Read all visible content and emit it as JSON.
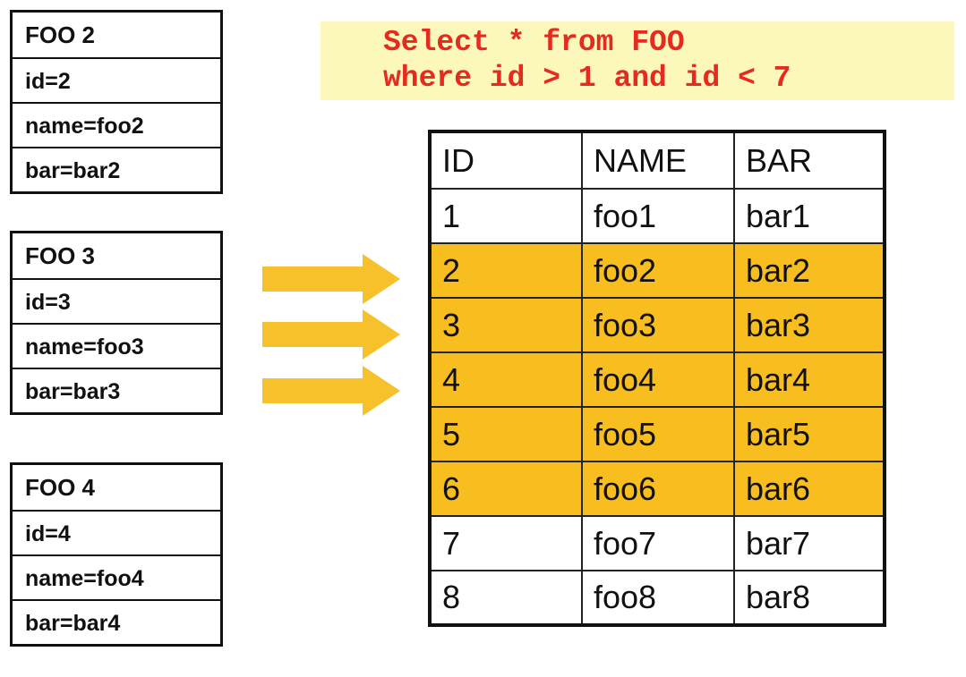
{
  "objects": [
    {
      "title": "FOO 2",
      "id": "id=2",
      "name": "name=foo2",
      "bar": "bar=bar2"
    },
    {
      "title": "FOO 3",
      "id": "id=3",
      "name": "name=foo3",
      "bar": "bar=bar3"
    },
    {
      "title": "FOO 4",
      "id": "id=4",
      "name": "name=foo4",
      "bar": "bar=bar4"
    }
  ],
  "query": {
    "line1": "Select * from FOO",
    "line2": "where id > 1 and id < 7"
  },
  "table": {
    "headers": [
      "ID",
      "NAME",
      "BAR"
    ],
    "rows": [
      [
        "1",
        "foo1",
        "bar1"
      ],
      [
        "2",
        "foo2",
        "bar2"
      ],
      [
        "3",
        "foo3",
        "bar3"
      ],
      [
        "4",
        "foo4",
        "bar4"
      ],
      [
        "5",
        "foo5",
        "bar5"
      ],
      [
        "6",
        "foo6",
        "bar6"
      ],
      [
        "7",
        "foo7",
        "bar7"
      ],
      [
        "8",
        "foo8",
        "bar8"
      ]
    ],
    "highlighted_ids": [
      "2",
      "3",
      "4",
      "5",
      "6"
    ],
    "highlight_color": "#f8bd1e"
  },
  "colors": {
    "query_text": "#e52b20",
    "query_background": "#fcf8bb",
    "arrow": "#f6c12a"
  }
}
